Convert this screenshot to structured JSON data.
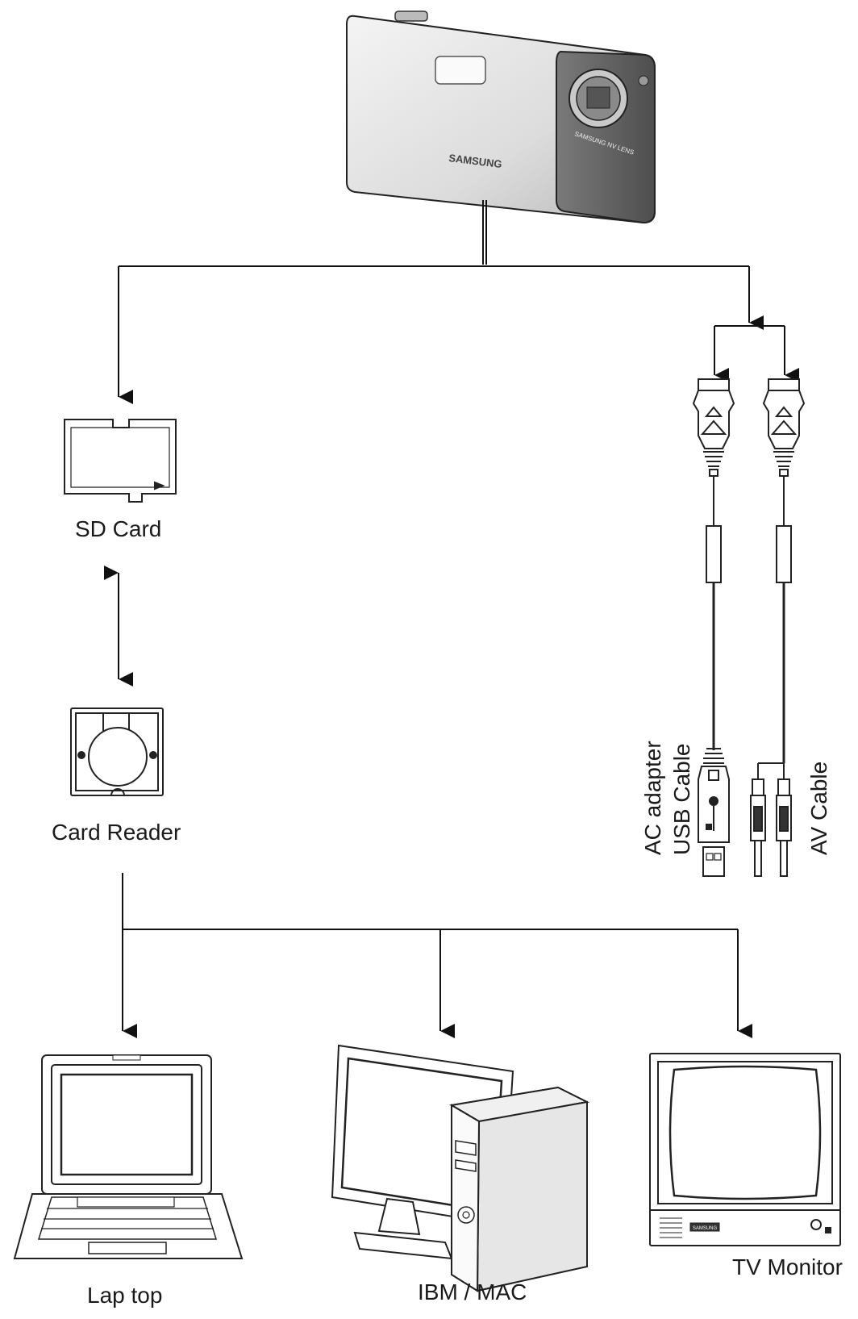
{
  "camera": {
    "brand": "SAMSUNG",
    "lens_text": "SAMSUNG NV LENS"
  },
  "labels": {
    "sd_card": "SD Card",
    "card_reader": "Card Reader",
    "ac_adapter": "AC adapter",
    "usb_cable": "USB Cable",
    "av_cable": "AV Cable",
    "laptop": "Lap top",
    "ibm_mac": "IBM / MAC",
    "tv_monitor": "TV Monitor"
  },
  "tv_brand": "SAMSUNG"
}
